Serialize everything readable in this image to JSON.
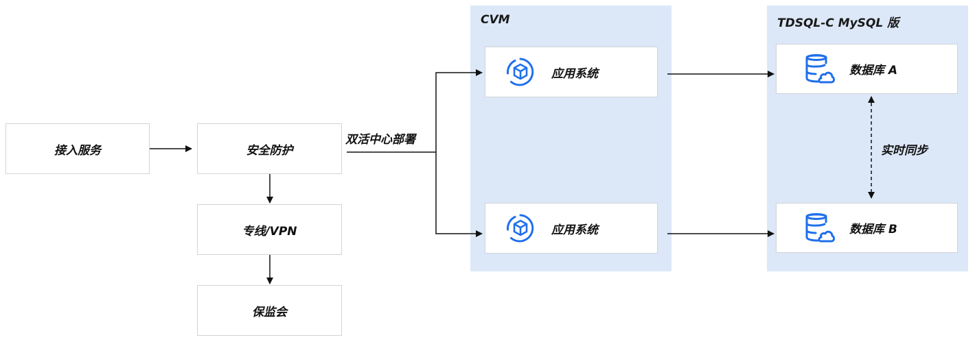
{
  "groups": {
    "cvm": "CVM",
    "tdsql": "TDSQL-C MySQL 版"
  },
  "nodes": {
    "access": "接入服务",
    "security": "安全防护",
    "dedicated_line": "专线/VPN",
    "monitoring": "保监会",
    "app_top": "应用系统",
    "app_bottom": "应用系统",
    "db_a": "数据库 A",
    "db_b": "数据库 B"
  },
  "edge_labels": {
    "dual_active": "双活中心部署",
    "realtime_sync": "实时同步"
  },
  "colors": {
    "group_background": "#dce8f8",
    "icon_blue": "#1f6feb",
    "box_border": "#d0d3d8",
    "line": "#111111"
  },
  "icons": {
    "app": "app-cube-icon",
    "db": "database-cloud-icon"
  }
}
